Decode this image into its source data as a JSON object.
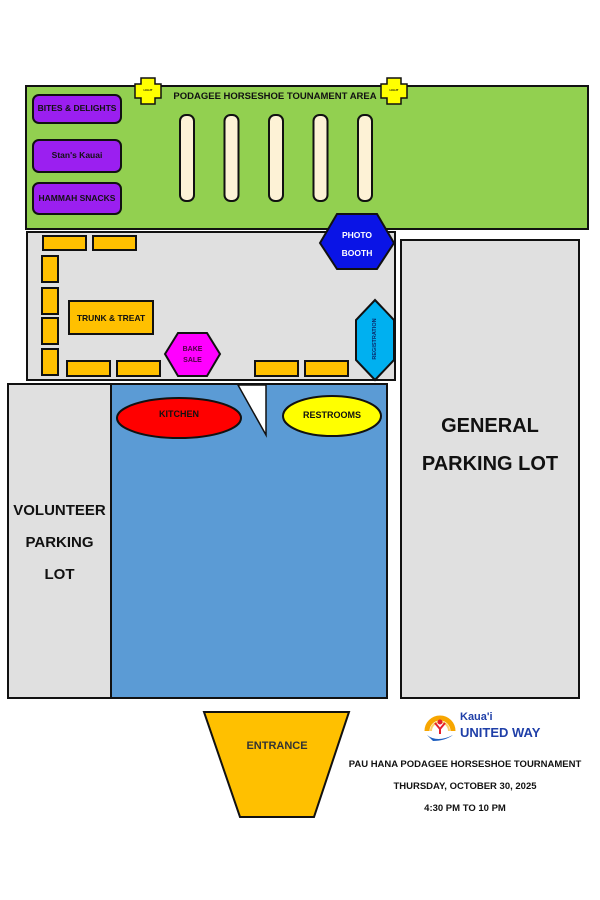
{
  "map": {
    "tournament_area": {
      "label": "PODAGEE HORSESHOE TOUNAMENT AREA",
      "color": "#92d050"
    },
    "light_markers": [
      {
        "label": "LIGHT"
      },
      {
        "label": "LIGHT"
      }
    ],
    "food_vendors": [
      {
        "label": "BITES & DELIGHTS"
      },
      {
        "label": "Stan's Kauai"
      },
      {
        "label": "HAMMAH SNACKS"
      }
    ],
    "vendor_color": "#9b1ff0",
    "horseshoe_pits": {
      "count": 5,
      "color": "#fdf2d6"
    },
    "vendor_area": {
      "color": "#e0e0e0"
    },
    "trunk_and_treat": {
      "label": "TRUNK & TREAT",
      "color": "#ffc000"
    },
    "bake_sale": {
      "label_line1": "BAKE",
      "label_line2": "SALE",
      "color": "#ff00ff"
    },
    "photo_booth": {
      "label_line1": "PHOTO",
      "label_line2": "BOOTH",
      "color": "#0a14e6"
    },
    "registration": {
      "label": "REGISTRATION",
      "color": "#00b0f0"
    },
    "building": {
      "color": "#5b9bd5"
    },
    "kitchen": {
      "label": "KITCHEN",
      "color": "#ff0000"
    },
    "restrooms": {
      "label": "RESTROOMS",
      "color": "#ffff00"
    },
    "volunteer_parking": {
      "line1": "VOLUNTEER",
      "line2": "PARKING",
      "line3": "LOT"
    },
    "general_parking": {
      "line1": "GENERAL",
      "line2": "PARKING LOT"
    },
    "entrance": {
      "label": "ENTRANCE",
      "color": "#ffc000"
    }
  },
  "logo": {
    "line1": "Kaua'i",
    "line2": "UNITED WAY",
    "color": "#1f3fa8"
  },
  "event": {
    "title": "PAU HANA PODAGEE HORSESHOE TOURNAMENT",
    "date": "THURSDAY, OCTOBER 30, 2025",
    "time": "4:30 PM TO 10 PM"
  }
}
